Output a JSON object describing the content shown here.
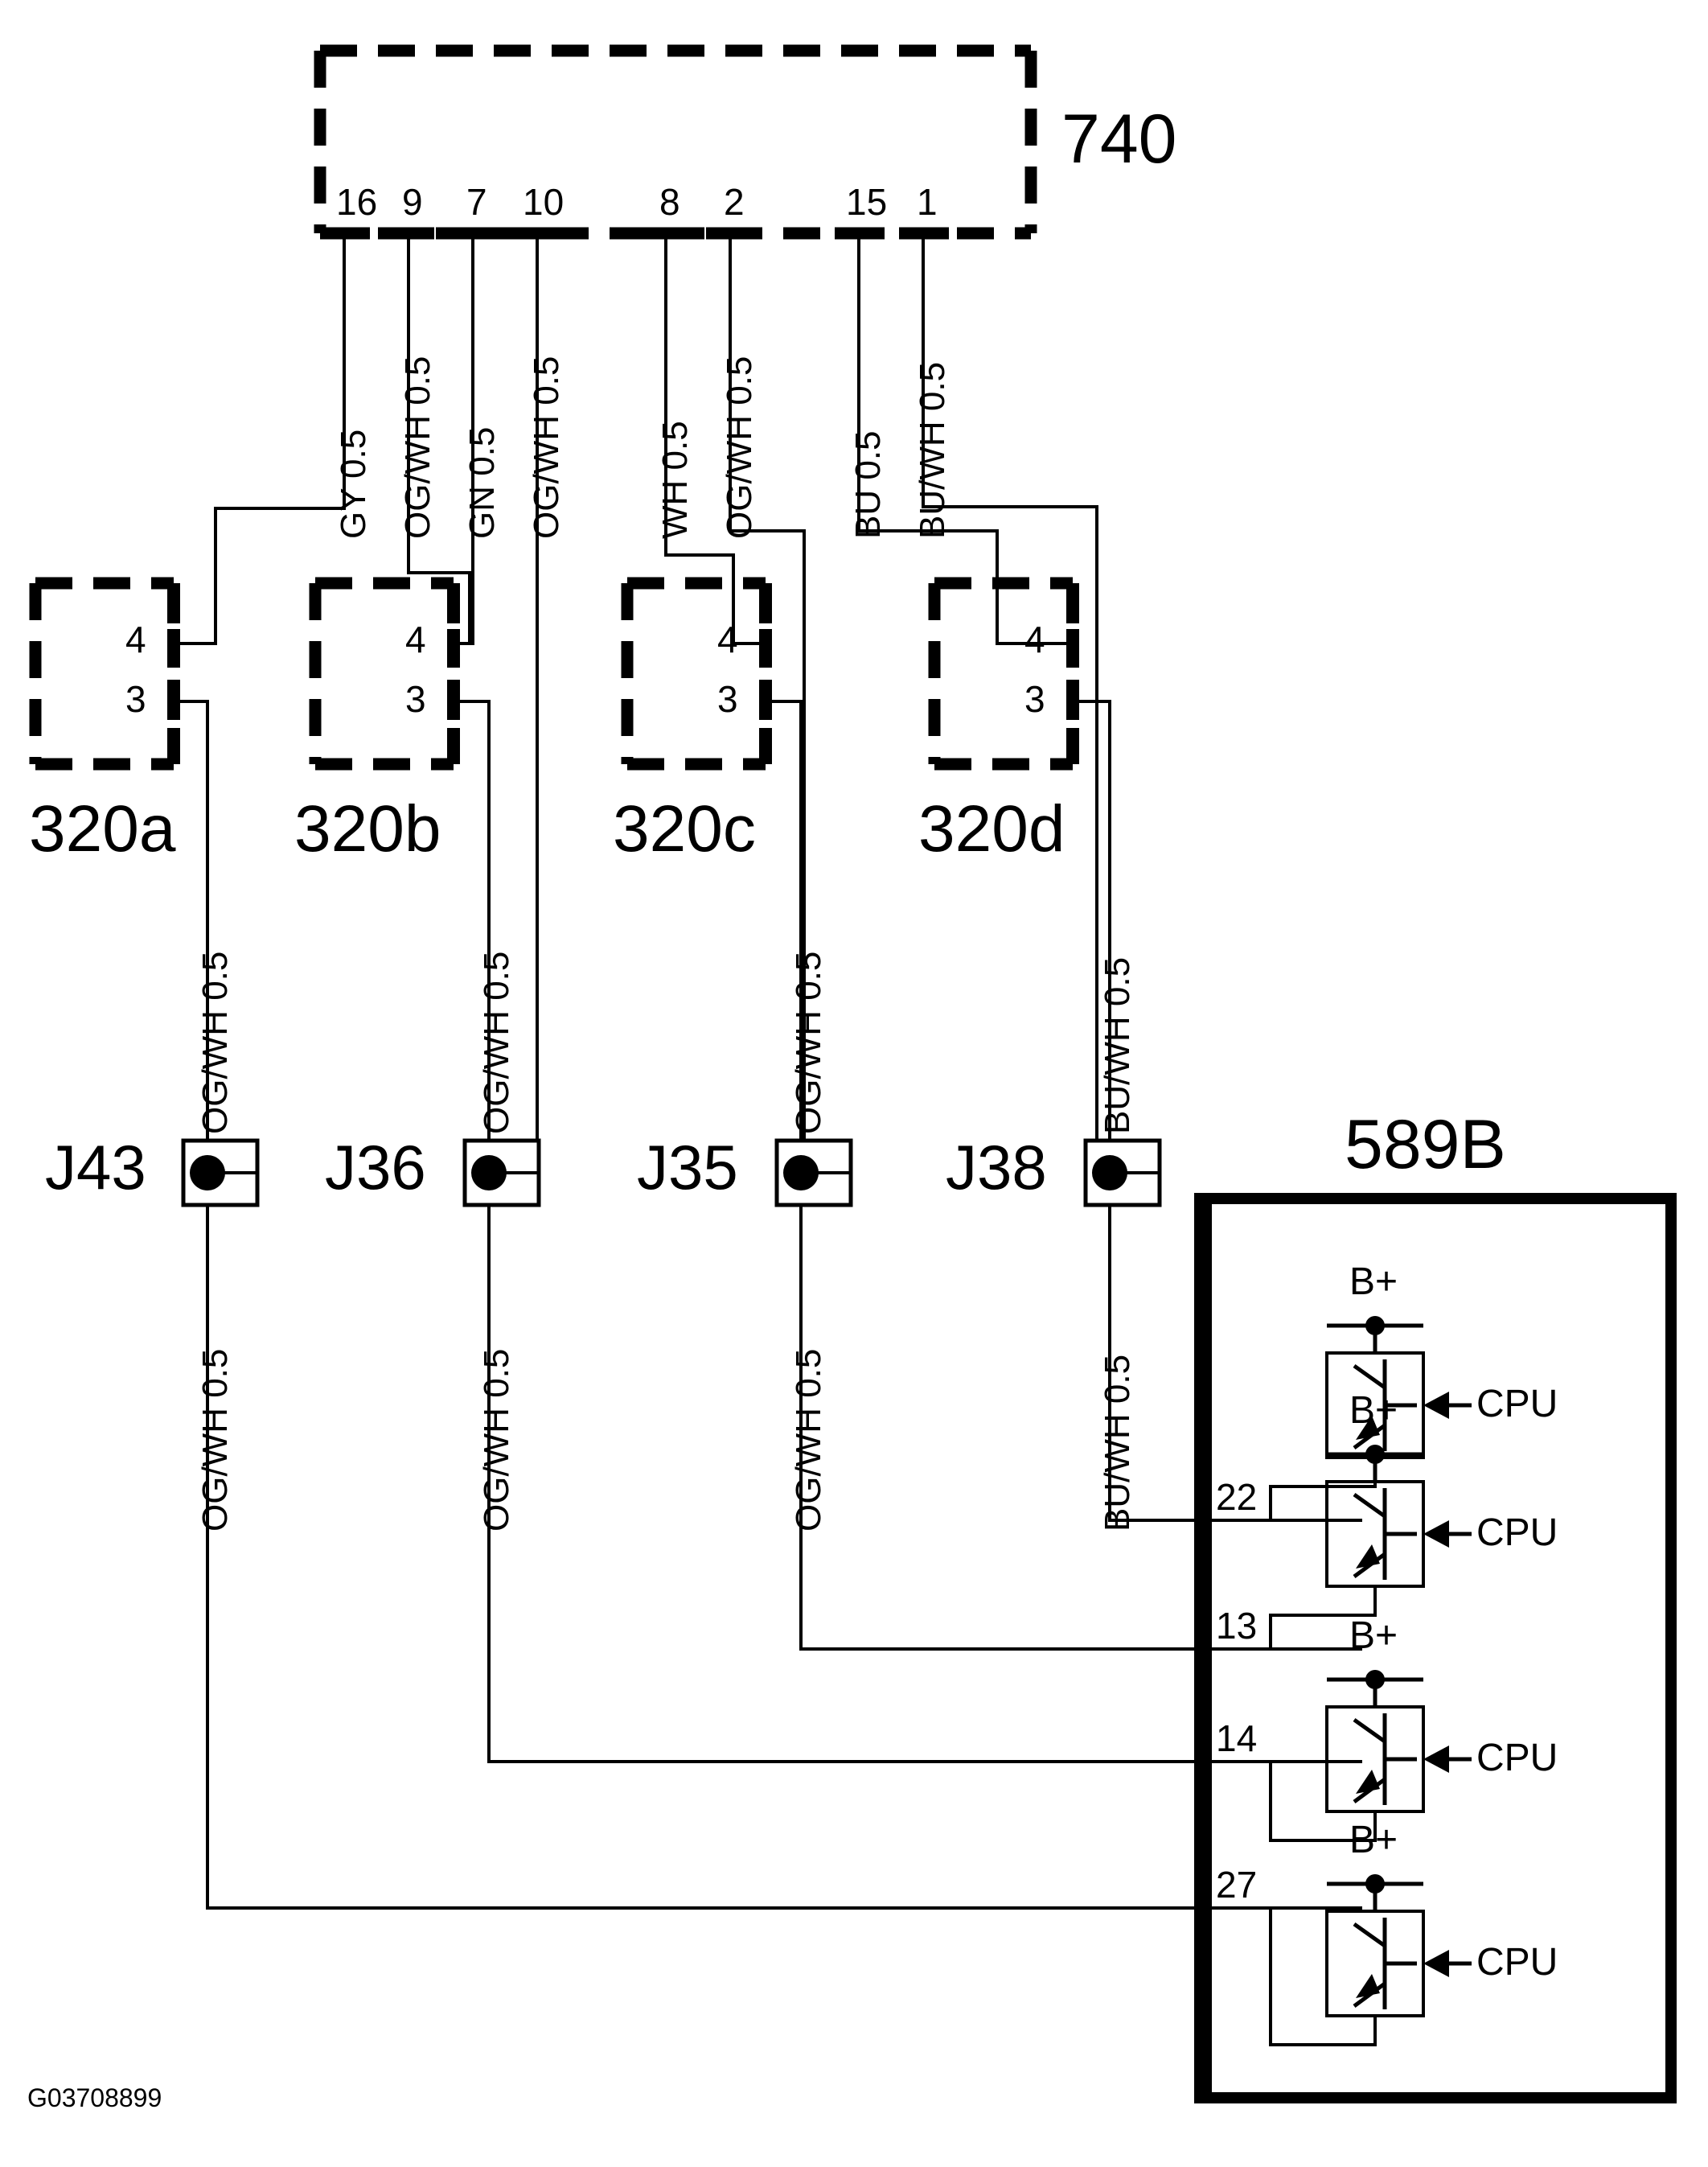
{
  "diagram": {
    "footer_code": "G03708899",
    "main_connector": {
      "label": "740",
      "pins": [
        "16",
        "9",
        "7",
        "10",
        "8",
        "2",
        "15",
        "1"
      ]
    },
    "wire_labels_top": [
      "GY 0.5",
      "OG/WH 0.5",
      "GN 0.5",
      "OG/WH 0.5",
      "WH 0.5",
      "OG/WH 0.5",
      "BU 0.5",
      "BU/WH 0.5"
    ],
    "sub_connectors": [
      {
        "label": "320a",
        "pin_upper": "4",
        "pin_lower": "3"
      },
      {
        "label": "320b",
        "pin_upper": "4",
        "pin_lower": "3"
      },
      {
        "label": "320c",
        "pin_upper": "4",
        "pin_lower": "3"
      },
      {
        "label": "320d",
        "pin_upper": "4",
        "pin_lower": "3"
      }
    ],
    "wire_labels_mid": [
      "OG/WH 0.5",
      "OG/WH 0.5",
      "OG/WH 0.5",
      "BU/WH 0.5"
    ],
    "splices": [
      {
        "label": "J43"
      },
      {
        "label": "J36"
      },
      {
        "label": "J35"
      },
      {
        "label": "J38"
      }
    ],
    "wire_labels_lower": [
      "OG/WH 0.5",
      "OG/WH 0.5",
      "OG/WH 0.5",
      "BU/WH 0.5"
    ],
    "module": {
      "label": "589B",
      "pins": [
        "22",
        "13",
        "14",
        "27"
      ],
      "drivers": [
        {
          "supply_label": "B+",
          "control_label": "CPU"
        },
        {
          "supply_label": "B+",
          "control_label": "CPU"
        },
        {
          "supply_label": "B+",
          "control_label": "CPU"
        },
        {
          "supply_label": "B+",
          "control_label": "CPU"
        }
      ]
    },
    "colors": {
      "ink": "#000000",
      "paper": "#ffffff"
    }
  }
}
